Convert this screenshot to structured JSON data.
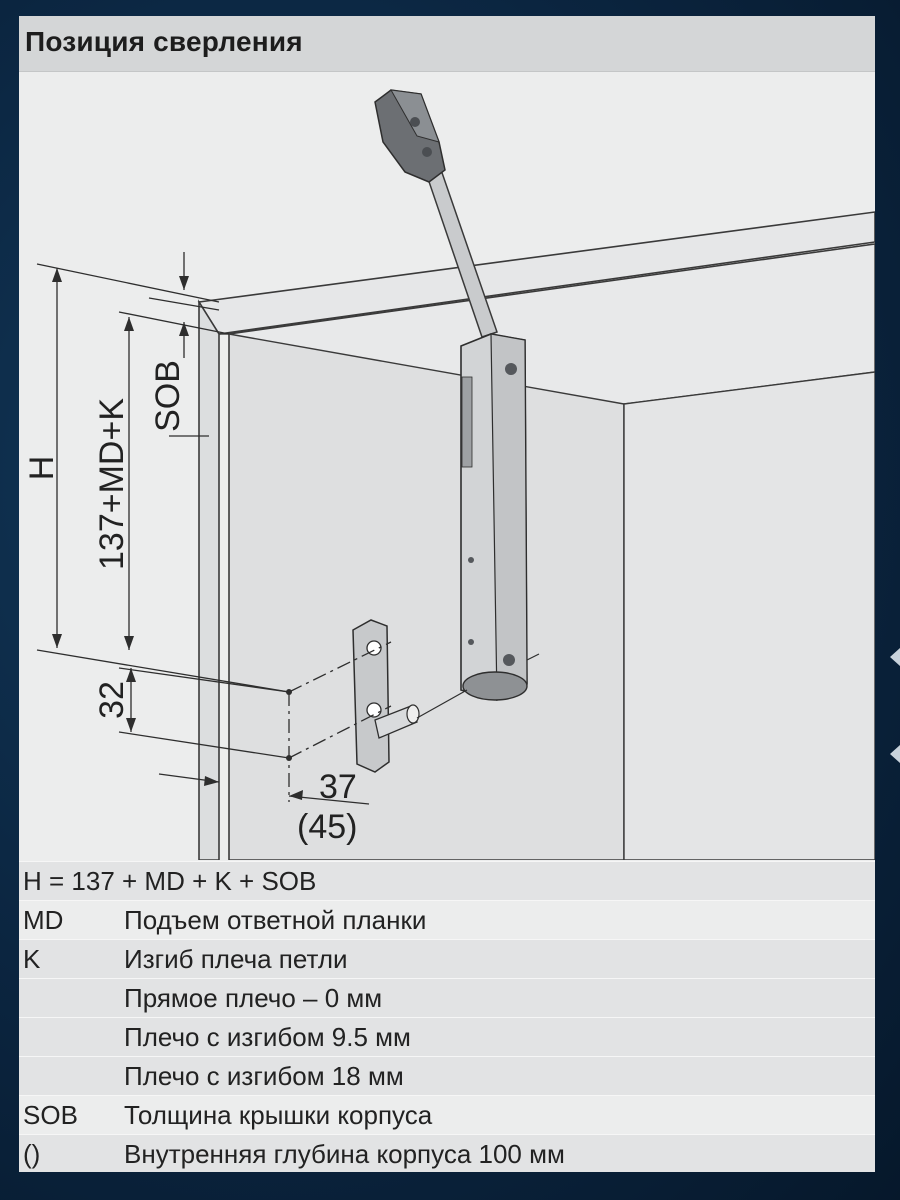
{
  "title": "Позиция сверления",
  "dimensions": {
    "H": "H",
    "total": "137+MD+K",
    "sob": "SOB",
    "d32": "32",
    "d37": "37",
    "d45": "(45)"
  },
  "legend": {
    "formula": "H = 137 + MD + K + SOB",
    "rows": [
      {
        "symbol": "MD",
        "text": "Подъем ответной планки"
      },
      {
        "symbol": "K",
        "text": "Изгиб плеча петли"
      },
      {
        "symbol": "",
        "text": "Прямое плечо – 0 мм"
      },
      {
        "symbol": "",
        "text": "Плечо с изгибом 9.5 мм"
      },
      {
        "symbol": "",
        "text": "Плечо с изгибом 18 мм"
      },
      {
        "symbol": "SOB",
        "text": "Толщина крышки корпуса"
      },
      {
        "symbol": "()",
        "text": "Внутренняя глубина корпуса 100 мм"
      }
    ]
  },
  "colors": {
    "background": "#0b2540",
    "panel": "#eceded",
    "title_bar": "#d4d6d7",
    "line": "#3a3a3a"
  }
}
